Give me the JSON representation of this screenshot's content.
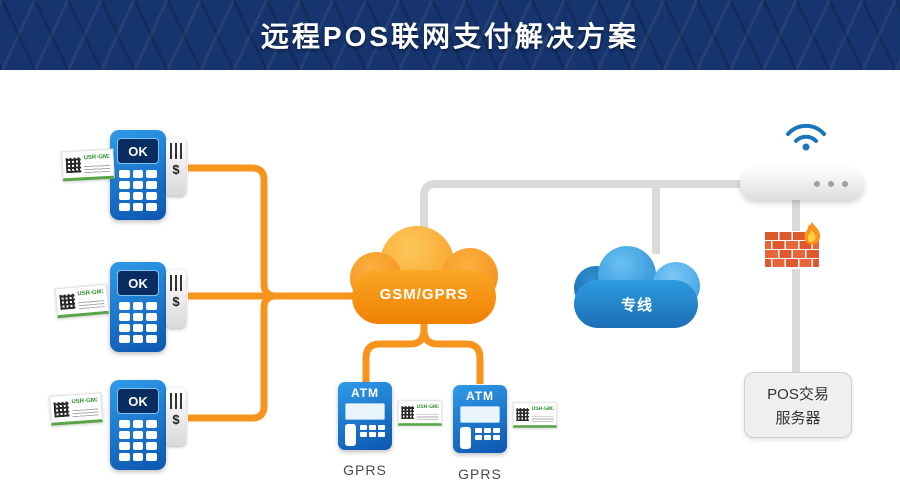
{
  "header": {
    "title": "远程POS联网支付解决方案"
  },
  "pos_terminals": [
    {
      "screen_label": "OK",
      "card_symbol": "$",
      "module_label": "USR-GM3"
    },
    {
      "screen_label": "OK",
      "card_symbol": "$",
      "module_label": "USR-GM3"
    },
    {
      "screen_label": "OK",
      "card_symbol": "$",
      "module_label": "USR-GM3"
    }
  ],
  "clouds": {
    "gsm": {
      "label": "GSM/GPRS",
      "color_top": "#FBB040",
      "color_bottom": "#F08000"
    },
    "dedicated": {
      "label": "专线",
      "color_top": "#4AAFE8",
      "color_bottom": "#1B6FB5"
    }
  },
  "atms": [
    {
      "label": "ATM",
      "caption": "GPRS",
      "module_label": "USR-GM3"
    },
    {
      "label": "ATM",
      "caption": "GPRS",
      "module_label": "USR-GM3"
    }
  ],
  "server": {
    "line1": "POS交易",
    "line2": "服务器"
  },
  "icons": {
    "wifi": "wifi-arcs",
    "firewall": "brick-wall-with-flame",
    "qr": "qr-checker",
    "card_stripes": "vertical-bars"
  },
  "colors": {
    "header_bg": "#16356F",
    "orange_line": "#F7941E",
    "gray_line": "#DADADA",
    "device_blue_light": "#2F9BE8",
    "device_blue_dark": "#0D56B0"
  }
}
